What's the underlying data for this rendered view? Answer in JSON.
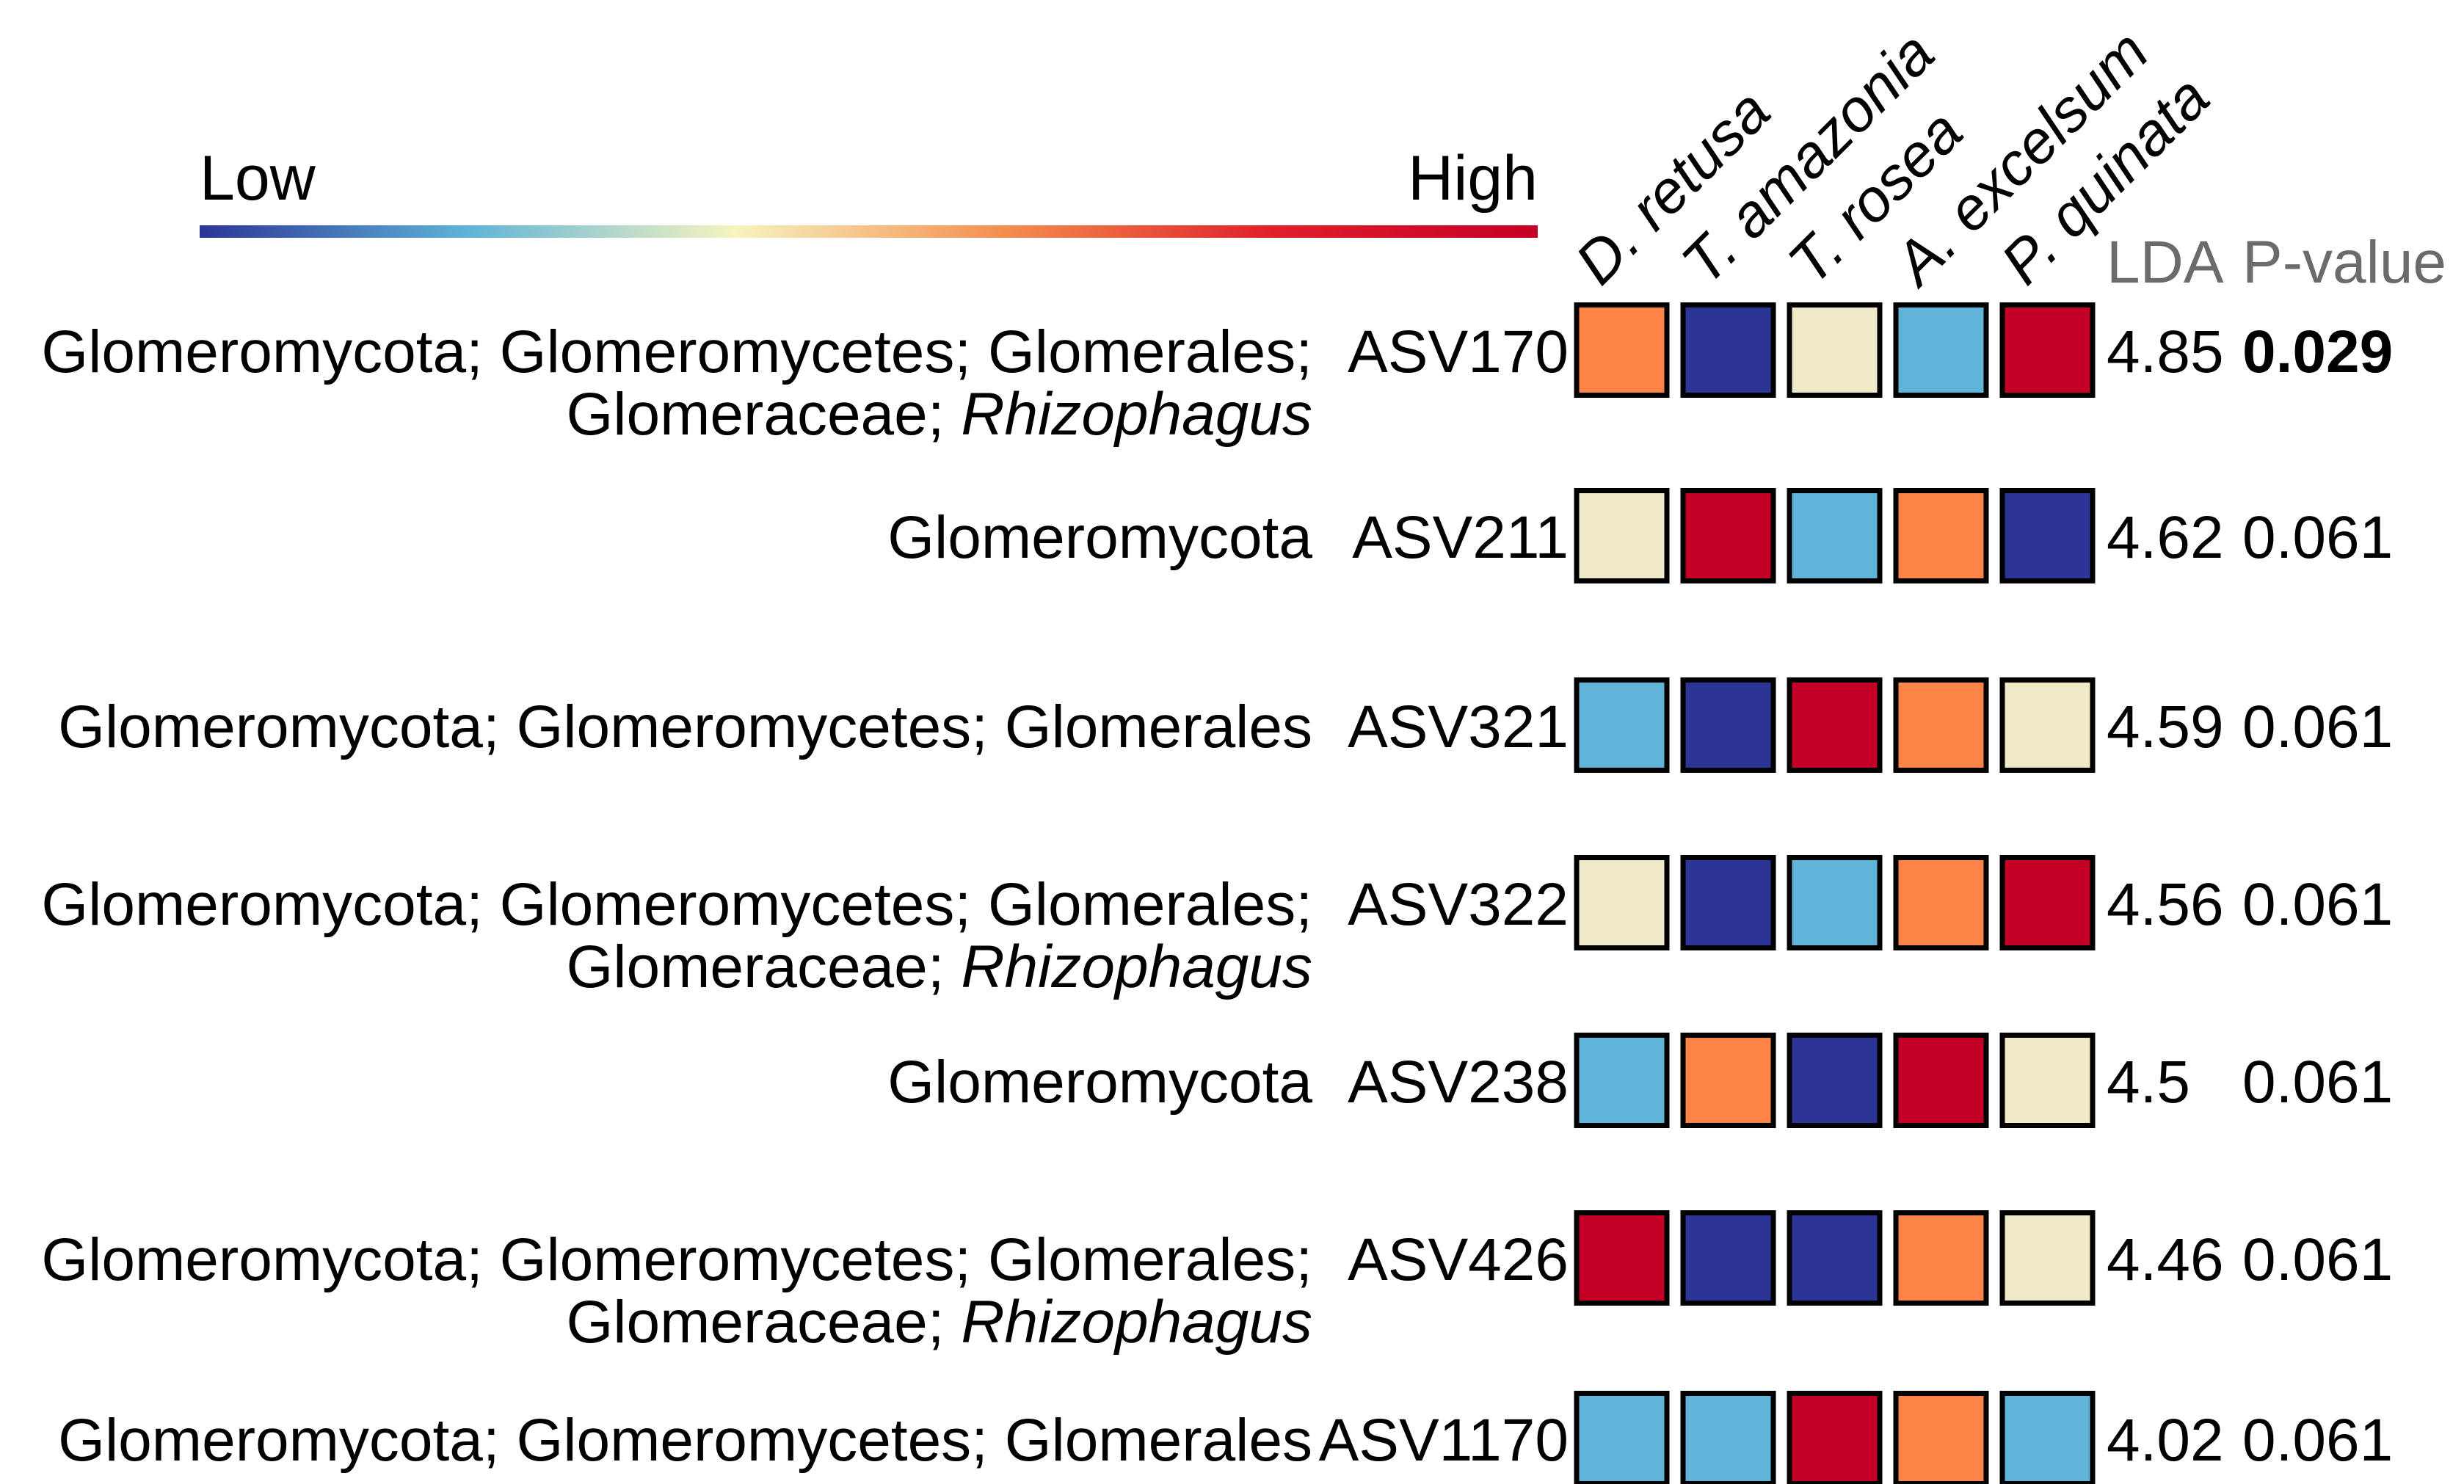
{
  "chart_data": {
    "type": "heatmap",
    "legend": {
      "low_label": "Low",
      "high_label": "High",
      "gradient_colors": [
        "#2b3596",
        "#5fb4d8",
        "#f7f4c0",
        "#f48f4f",
        "#e01f2a",
        "#c50026"
      ]
    },
    "columns": [
      "D. retusa",
      "T. amazonia",
      "T. rosea",
      "A. excelsum",
      "P. quinata"
    ],
    "stat_headers": {
      "lda": "LDA",
      "p_value": "P-value"
    },
    "level_colors": {
      "1": "#2b3596",
      "2": "#5fb4d8",
      "3": "#efe9c7",
      "4": "#fb8446",
      "5": "#c50026"
    },
    "rows": [
      {
        "taxonomy_line1": "Glomeromycota; Glomeromycetes; Glomerales;",
        "taxonomy_line2_prefix": "Glomeraceae; ",
        "taxonomy_line2_genus": "Rhizophagus",
        "asv": "ASV170",
        "levels": [
          4,
          1,
          3,
          2,
          5
        ],
        "lda": "4.85",
        "p_value": "0.029",
        "p_bold": true
      },
      {
        "taxonomy_line1": "Glomeromycota",
        "taxonomy_line2_prefix": "",
        "taxonomy_line2_genus": "",
        "asv": "ASV211",
        "levels": [
          3,
          5,
          2,
          4,
          1
        ],
        "lda": "4.62",
        "p_value": "0.061",
        "p_bold": false
      },
      {
        "taxonomy_line1": "Glomeromycota; Glomeromycetes; Glomerales",
        "taxonomy_line2_prefix": "",
        "taxonomy_line2_genus": "",
        "asv": "ASV321",
        "levels": [
          2,
          1,
          5,
          4,
          3
        ],
        "lda": "4.59",
        "p_value": "0.061",
        "p_bold": false
      },
      {
        "taxonomy_line1": "Glomeromycota; Glomeromycetes; Glomerales;",
        "taxonomy_line2_prefix": "Glomeraceae; ",
        "taxonomy_line2_genus": "Rhizophagus",
        "asv": "ASV322",
        "levels": [
          3,
          1,
          2,
          4,
          5
        ],
        "lda": "4.56",
        "p_value": "0.061",
        "p_bold": false
      },
      {
        "taxonomy_line1": "Glomeromycota",
        "taxonomy_line2_prefix": "",
        "taxonomy_line2_genus": "",
        "asv": "ASV238",
        "levels": [
          2,
          4,
          1,
          5,
          3
        ],
        "lda": "4.5",
        "p_value": "0.061",
        "p_bold": false
      },
      {
        "taxonomy_line1": "Glomeromycota; Glomeromycetes; Glomerales;",
        "taxonomy_line2_prefix": "Glomeraceae; ",
        "taxonomy_line2_genus": "Rhizophagus",
        "asv": "ASV426",
        "levels": [
          5,
          1,
          1,
          4,
          3
        ],
        "lda": "4.46",
        "p_value": "0.061",
        "p_bold": false
      },
      {
        "taxonomy_line1": "Glomeromycota; Glomeromycetes; Glomerales",
        "taxonomy_line2_prefix": "",
        "taxonomy_line2_genus": "",
        "asv": "ASV1170",
        "levels": [
          2,
          2,
          5,
          4,
          2
        ],
        "lda": "4.02",
        "p_value": "0.061",
        "p_bold": false
      }
    ]
  }
}
